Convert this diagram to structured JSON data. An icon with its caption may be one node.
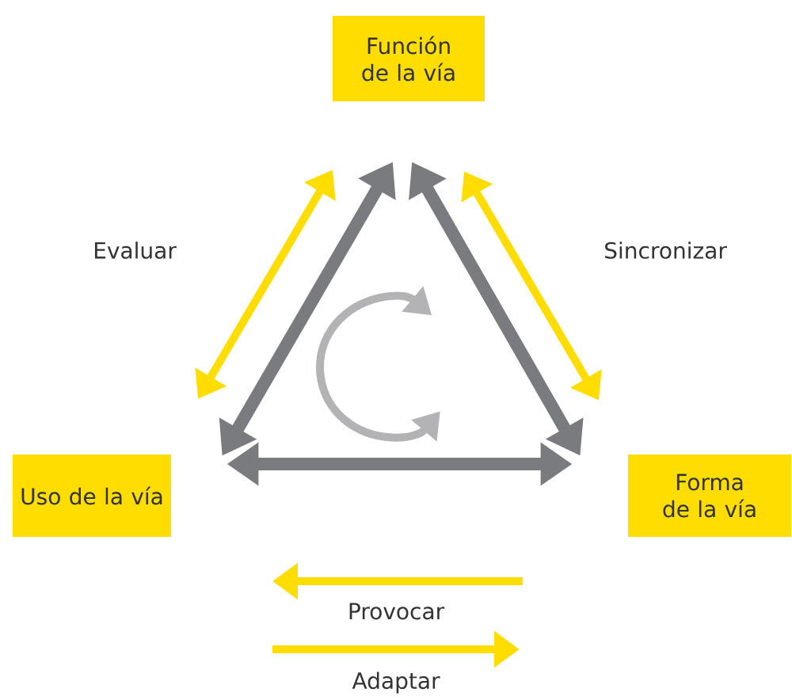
{
  "diagram": {
    "nodes": [
      {
        "text": [
          "Función de la vía"
        ]
      },
      {
        "text": [
          "Uso de la vía"
        ]
      },
      {
        "text": [
          "Forma de la vía"
        ]
      }
    ],
    "edges": [
      {
        "from": 0,
        "to": 1,
        "arrow": "both"
      },
      {
        "from": 0,
        "to": 2,
        "arrow": "both"
      },
      {
        "from": 1,
        "to": 2,
        "arrow": "both"
      },
      {
        "from": 0,
        "to": 1,
        "arrow": "both",
        "color": "#ffdd00",
        "label": "Evaluar"
      },
      {
        "from": 0,
        "to": 2,
        "arrow": "both",
        "color": "#ffdd00",
        "label": "Sincronizar"
      }
    ],
    "labels": [
      "Provocar",
      "Adaptar"
    ]
  }
}
